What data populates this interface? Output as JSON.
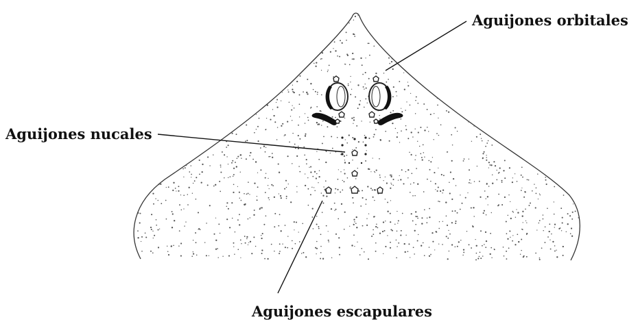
{
  "labels": {
    "orbitales": "Aguijones orbitales",
    "nucales": "Aguijones nucales",
    "escapulares": "Aguijones escapulares"
  },
  "colors": {
    "ink": "#111111",
    "background": "#ffffff"
  }
}
